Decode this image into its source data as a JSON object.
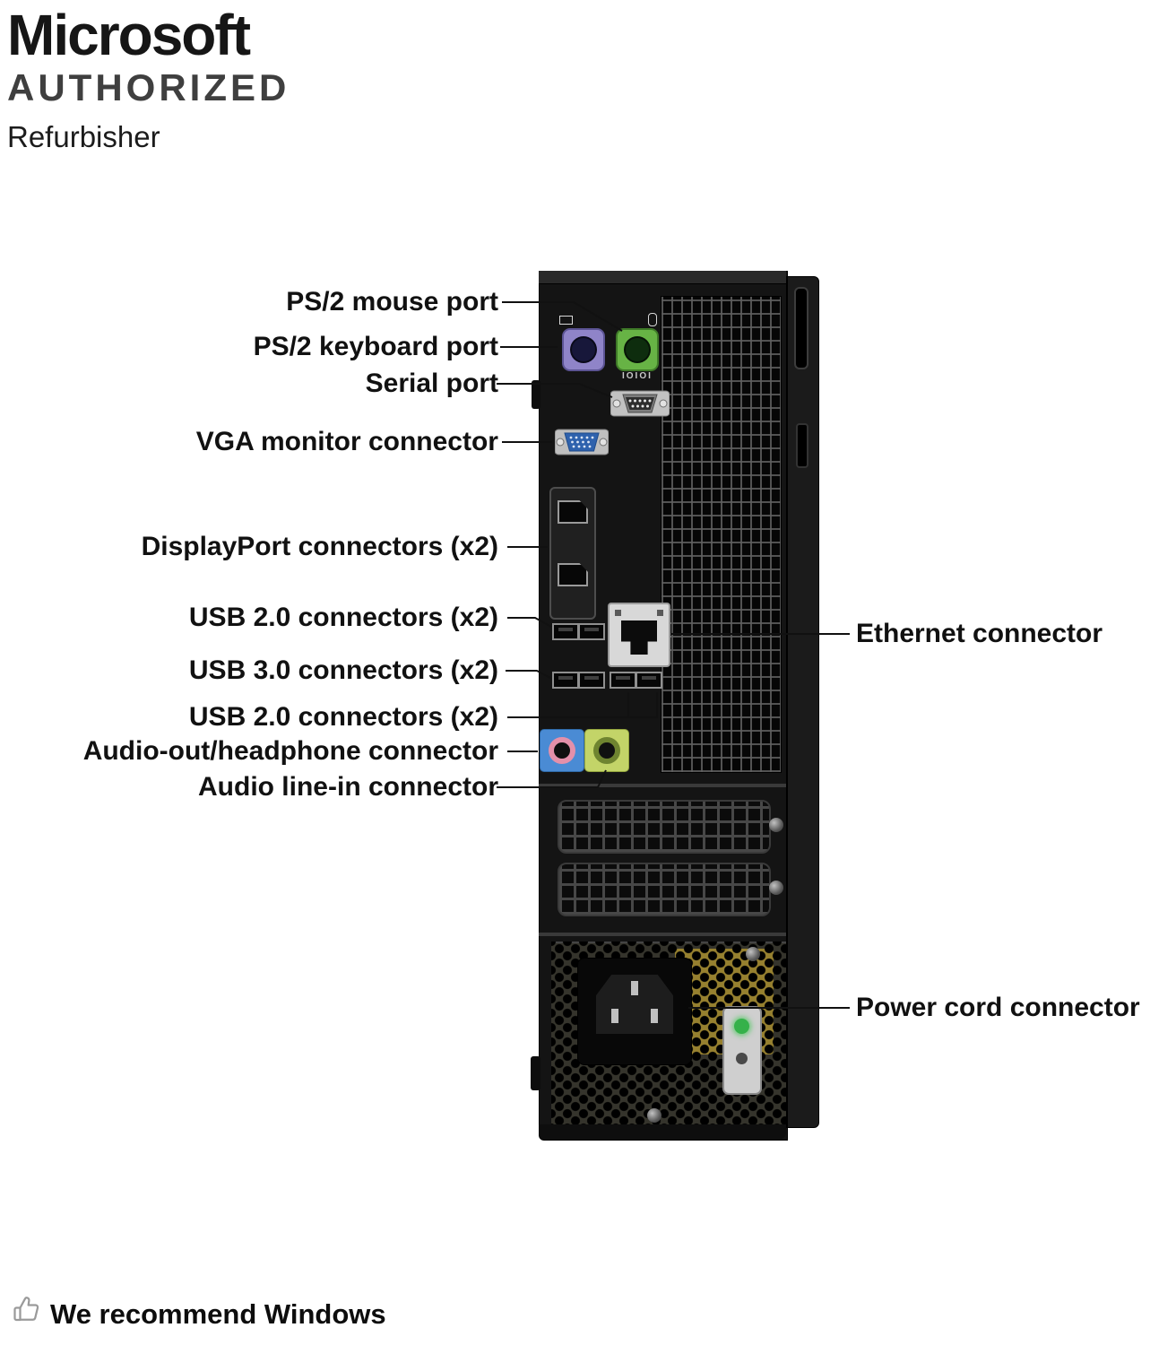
{
  "branding": {
    "title": "Microsoft",
    "subtitle": "AUTHORIZED",
    "tagline": "Refurbisher"
  },
  "callouts": {
    "left": [
      "PS/2 mouse port",
      "PS/2 keyboard port",
      "Serial port",
      "VGA monitor connector",
      "DisplayPort connectors (x2)",
      "USB 2.0 connectors (x2)",
      "USB 3.0 connectors (x2)",
      "USB 2.0 connectors (x2)",
      "Audio-out/headphone connector",
      "Audio line-in connector"
    ],
    "right": [
      "Ethernet connector",
      "Power cord connector"
    ]
  },
  "ports": {
    "serial_marking": "IOIOI"
  },
  "footer": {
    "recommendation": "We recommend Windows"
  },
  "colors": {
    "ps2_keyboard": "#8f84c8",
    "ps2_mouse": "#67b345",
    "vga": "#2f62ad",
    "audio_out_bg": "#4a8bd4",
    "audio_in_bg": "#c3d468",
    "power_led_green": "#35b14a",
    "line_color": "#111111"
  }
}
